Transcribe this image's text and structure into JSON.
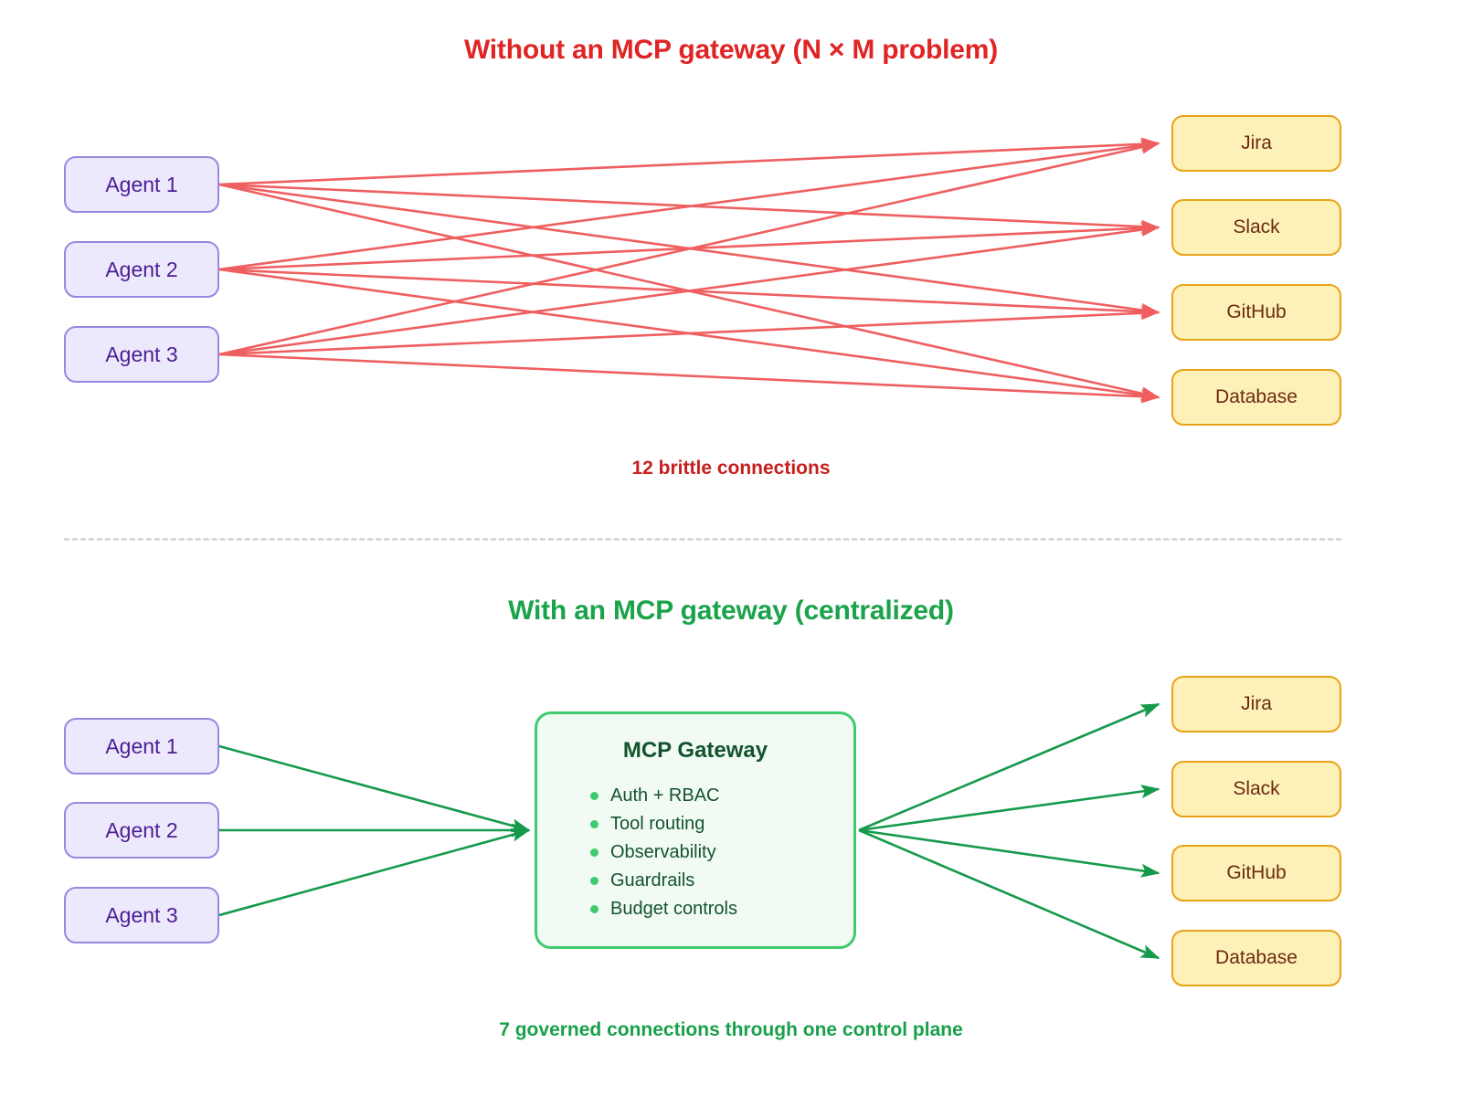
{
  "colors": {
    "danger": "#e02424",
    "danger_caption": "#c81e1e",
    "edge_red": "#ef5f5f",
    "success": "#1aa34a",
    "success_caption": "#18a04a",
    "edge_green": "#15994b",
    "agent_fill": "#ede9fc",
    "agent_border": "#9b86e0",
    "agent_text": "#4c1d95",
    "service_fill": "#fdf1b8",
    "service_border": "#e8a317",
    "service_text": "#6b2a10",
    "gateway_fill": "#f1fbf4",
    "gateway_border": "#3ecb6e",
    "gateway_text": "#14532d",
    "divider": "#d6d9e0"
  },
  "without_gateway": {
    "title": "Without an MCP gateway (N × M problem)",
    "caption": "12 brittle connections",
    "agents": [
      {
        "label": "Agent 1"
      },
      {
        "label": "Agent 2"
      },
      {
        "label": "Agent 3"
      }
    ],
    "services": [
      {
        "label": "Jira"
      },
      {
        "label": "Slack"
      },
      {
        "label": "GitHub"
      },
      {
        "label": "Database"
      }
    ],
    "connection_count": 12
  },
  "with_gateway": {
    "title": "With an MCP gateway (centralized)",
    "caption": "7 governed connections through one control plane",
    "agents": [
      {
        "label": "Agent 1"
      },
      {
        "label": "Agent 2"
      },
      {
        "label": "Agent 3"
      }
    ],
    "gateway": {
      "title": "MCP Gateway",
      "features": [
        {
          "label": "Auth + RBAC"
        },
        {
          "label": "Tool routing"
        },
        {
          "label": "Observability"
        },
        {
          "label": "Guardrails"
        },
        {
          "label": "Budget controls"
        }
      ]
    },
    "services": [
      {
        "label": "Jira"
      },
      {
        "label": "Slack"
      },
      {
        "label": "GitHub"
      },
      {
        "label": "Database"
      }
    ],
    "connection_count": 7
  },
  "chart_data": {
    "type": "diagram",
    "title": "MCP gateway comparison",
    "panels": [
      {
        "name": "Without an MCP gateway (N × M problem)",
        "topology": "full-mesh",
        "sources": [
          "Agent 1",
          "Agent 2",
          "Agent 3"
        ],
        "targets": [
          "Jira",
          "Slack",
          "GitHub",
          "Database"
        ],
        "edges": 12,
        "edge_color": "#ef5f5f"
      },
      {
        "name": "With an MCP gateway (centralized)",
        "topology": "hub-and-spoke",
        "sources": [
          "Agent 1",
          "Agent 2",
          "Agent 3"
        ],
        "hub": "MCP Gateway",
        "targets": [
          "Jira",
          "Slack",
          "GitHub",
          "Database"
        ],
        "edges": 7,
        "edge_color": "#15994b"
      }
    ]
  }
}
